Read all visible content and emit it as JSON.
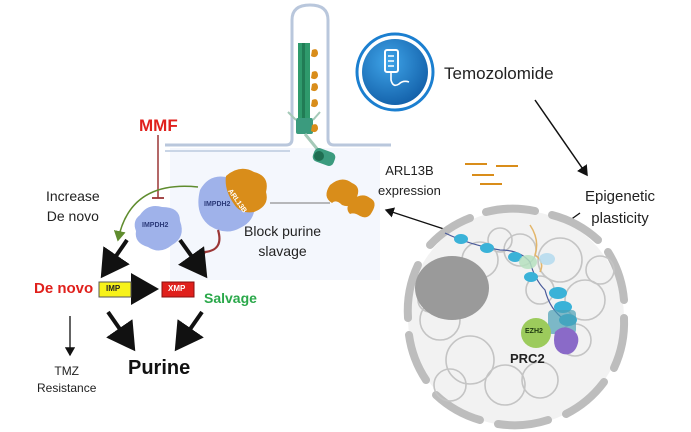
{
  "labels": {
    "mmf": "MMF",
    "increase_de_novo_line1": "Increase",
    "increase_de_novo_line2": "De novo",
    "impdh2_free": "IMPDH2",
    "impdh2_bound": "IMPDH2",
    "arl13b_bound": "ARL13B",
    "block_purine_line1": "Block purine",
    "block_purine_line2": "slavage",
    "arl13b_expression_line1": "ARL13B",
    "arl13b_expression_line2": "expression",
    "temozolomide": "Temozolomide",
    "epigenetic_line1": "Epigenetic",
    "epigenetic_line2": "plasticity",
    "de_novo": "De novo",
    "imp": "IMP",
    "xmp": "XMP",
    "salvage": "Salvage",
    "tmz_line1": "TMZ",
    "tmz_line2": "Resistance",
    "purine": "Purine",
    "ezh2": "EZH2",
    "prc2": "PRC2"
  },
  "colors": {
    "mmf_red": "#e0201c",
    "de_novo_red": "#e0201c",
    "salvage_green": "#2aa84a",
    "imp_yellow": "#f7f21a",
    "xmp_red": "#e0201c",
    "impdh2_blue": "#9fb2ea",
    "arl13b_orange": "#d98d1a",
    "cilia_green": "#2f9a6c",
    "drug_blue": "#1b7fd0",
    "nucleus_grey": "#d0d0d0",
    "ezh2_green": "#9ccb5c",
    "prc2_purple": "#8a6ac8",
    "nucleosome_cyan": "#3ab2d8"
  }
}
